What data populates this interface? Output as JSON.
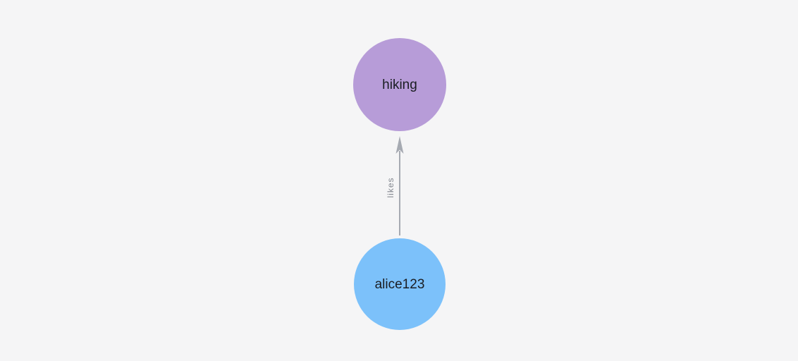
{
  "canvas": {
    "background": "#f5f5f6"
  },
  "graph": {
    "nodes": [
      {
        "id": "hiking",
        "label": "hiking",
        "color": "#b79cd8"
      },
      {
        "id": "alice123",
        "label": "alice123",
        "color": "#7cc1fa"
      }
    ],
    "edges": [
      {
        "from": "alice123",
        "to": "hiking",
        "label": "likes",
        "color": "#a6aab2",
        "direction": "up"
      }
    ]
  }
}
